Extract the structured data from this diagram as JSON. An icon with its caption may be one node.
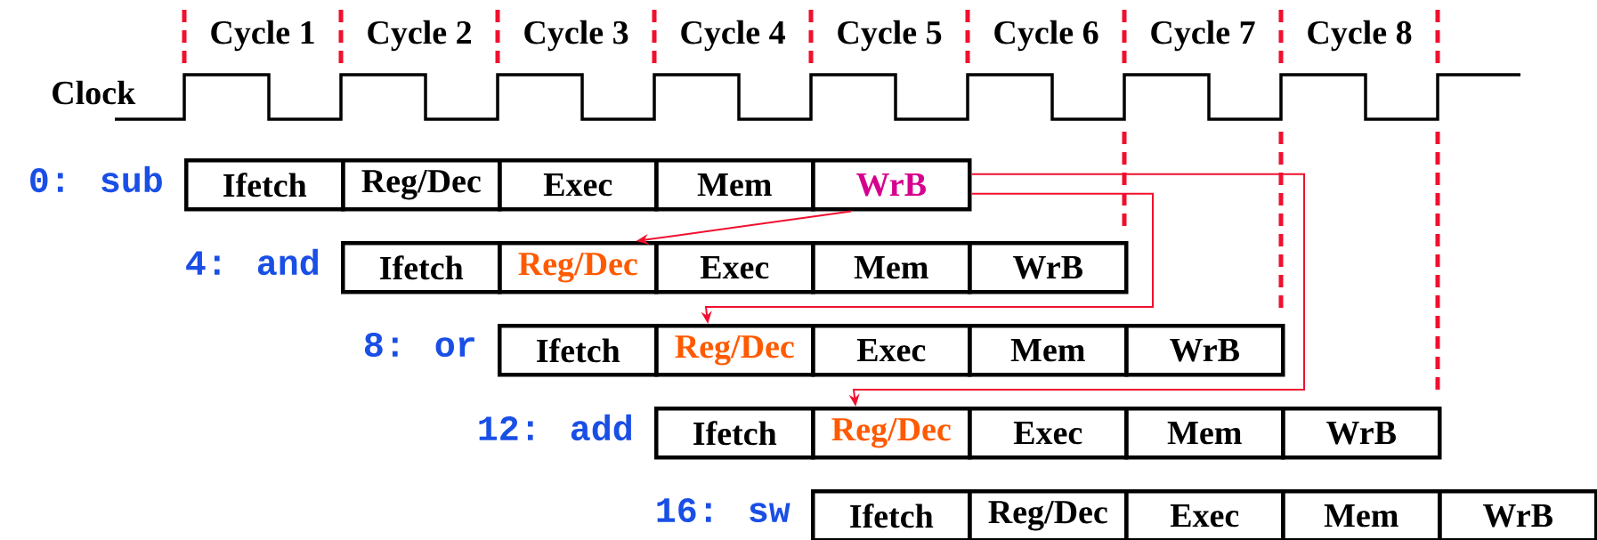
{
  "diagram": {
    "nodes": [
      {
        "text": [
          "Ifetch"
        ]
      },
      {
        "text": [
          "Reg/Dec"
        ]
      },
      {
        "text": [
          "Exec"
        ]
      },
      {
        "text": [
          "Mem"
        ]
      },
      {
        "text": [
          "WrB"
        ]
      },
      {
        "text": [
          "Ifetch"
        ]
      },
      {
        "text": [
          "Reg/Dec"
        ]
      },
      {
        "text": [
          "Exec"
        ]
      },
      {
        "text": [
          "Mem"
        ]
      },
      {
        "text": [
          "WrB"
        ]
      },
      {
        "text": [
          "Ifetch"
        ]
      },
      {
        "text": [
          "Reg/Dec"
        ]
      },
      {
        "text": [
          "Exec"
        ]
      },
      {
        "text": [
          "Mem"
        ]
      },
      {
        "text": [
          "WrB"
        ]
      },
      {
        "text": [
          "Ifetch"
        ]
      },
      {
        "text": [
          "Reg/Dec"
        ]
      },
      {
        "text": [
          "Exec"
        ]
      },
      {
        "text": [
          "Mem"
        ]
      },
      {
        "text": [
          "WrB"
        ]
      },
      {
        "text": [
          "Ifetch"
        ]
      },
      {
        "text": [
          "Reg/Dec"
        ]
      },
      {
        "text": [
          "Exec"
        ]
      },
      {
        "text": [
          "Mem"
        ]
      },
      {
        "text": [
          "WrB"
        ]
      }
    ],
    "edges": [
      {
        "from": 4,
        "to": 6,
        "arrow": "to"
      },
      {
        "from": 4,
        "to": 11,
        "arrow": "to"
      },
      {
        "from": 4,
        "to": 16,
        "arrow": "to"
      }
    ],
    "labels": [
      "Cycle 1",
      "Cycle 2",
      "Cycle 3",
      "Cycle 4",
      "Cycle 5",
      "Cycle 6",
      "Cycle 7",
      "Cycle 8",
      "Clock",
      "0: sub",
      "4: and",
      "8: or",
      "12: add",
      "16: sw"
    ]
  }
}
